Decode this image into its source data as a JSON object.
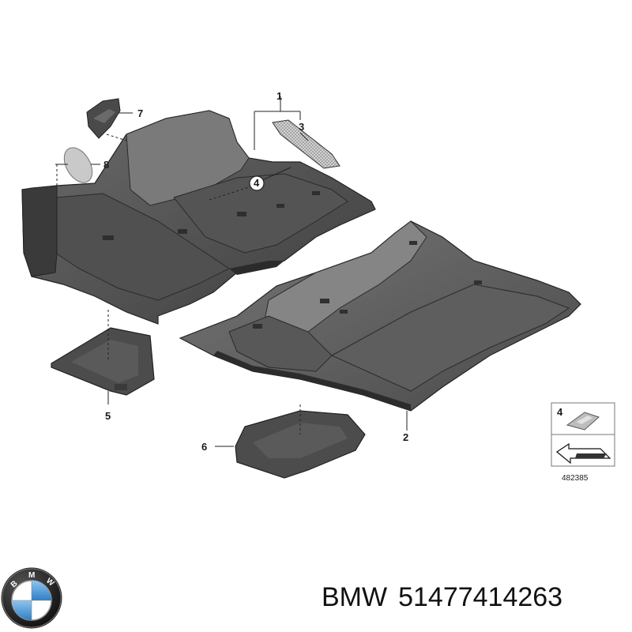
{
  "callouts": [
    "1",
    "2",
    "3",
    "4",
    "5",
    "6",
    "7",
    "8"
  ],
  "legend": {
    "number": "4",
    "reference": "482385"
  },
  "logo": {
    "lettering": "BMW"
  },
  "caption": {
    "brand": "BMW",
    "part_number": "51477414263"
  }
}
